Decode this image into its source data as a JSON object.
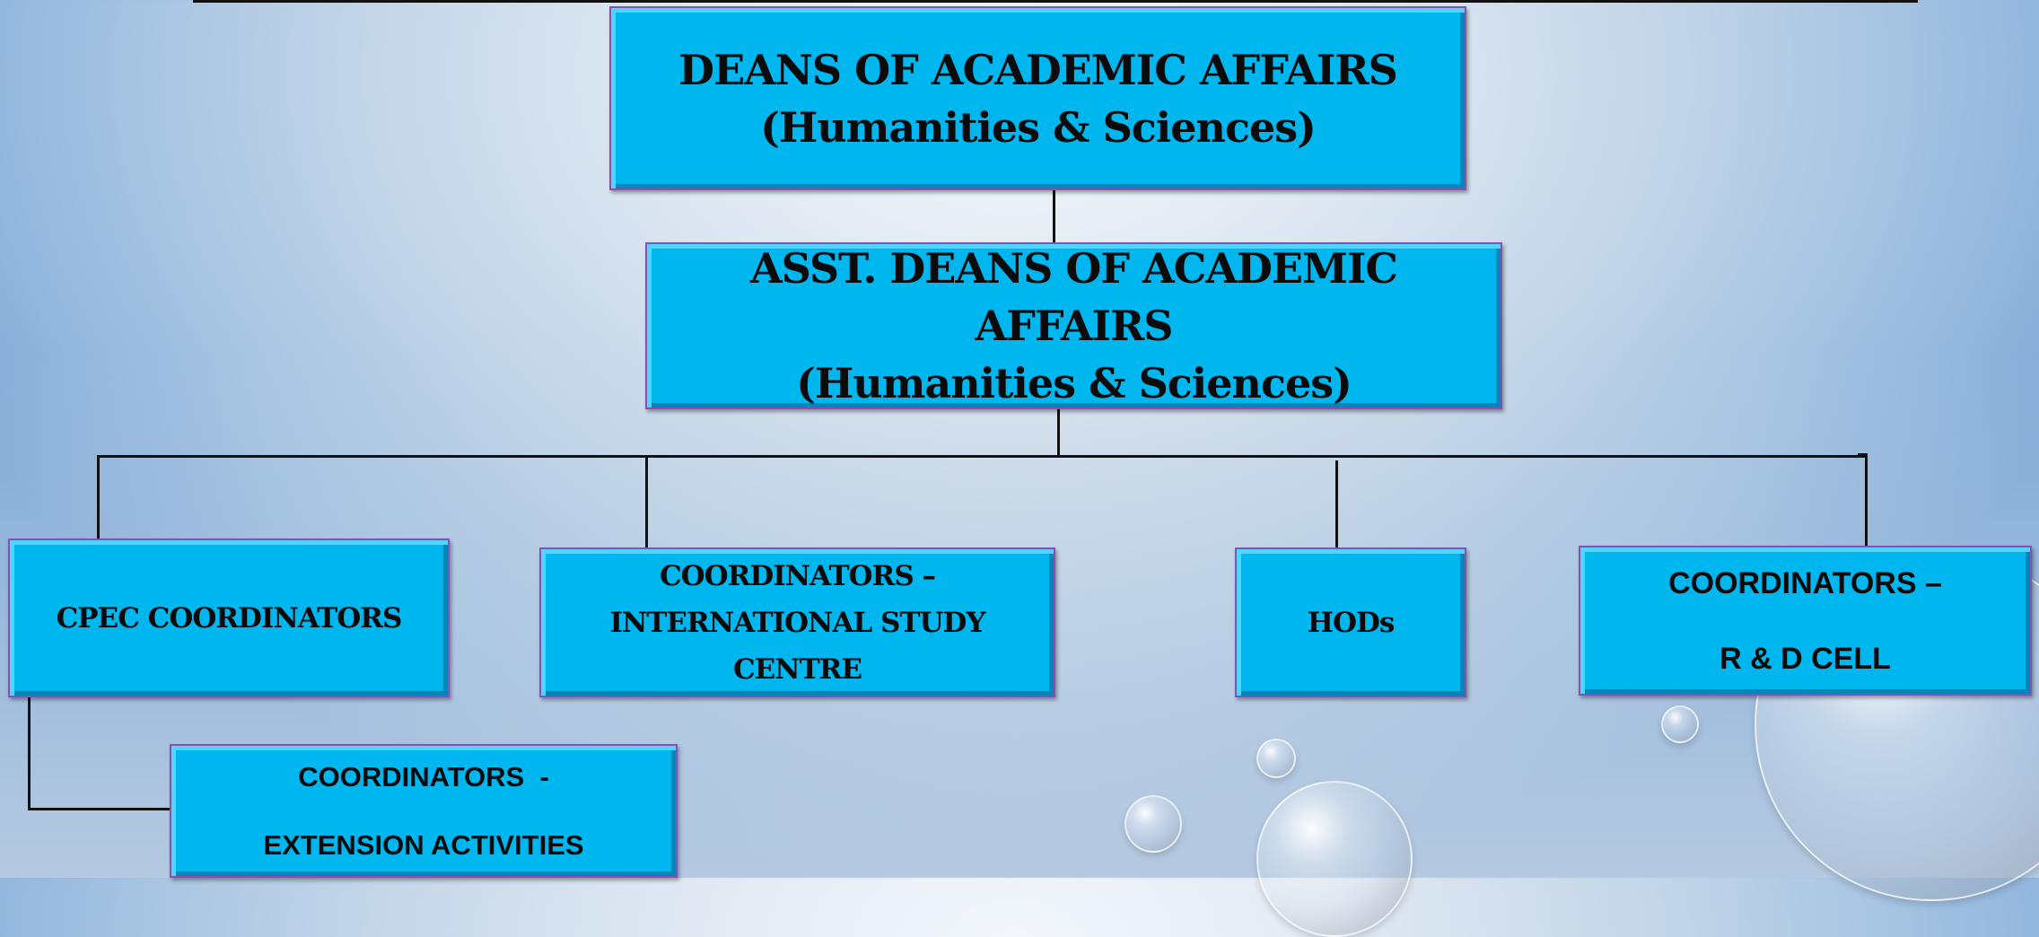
{
  "diagram": {
    "nodes": {
      "dean": {
        "line1": "DEANS OF ACADEMIC AFFAIRS",
        "line2": "(Humanities & Sciences)"
      },
      "asst_dean": {
        "line1": "ASST. DEANS OF ACADEMIC AFFAIRS",
        "line2": "(Humanities & Sciences)"
      },
      "cpec": {
        "label": "CPEC COORDINATORS"
      },
      "international": {
        "line1": "COORDINATORS –",
        "line2": "INTERNATIONAL STUDY",
        "line3": "CENTRE"
      },
      "hods": {
        "label": "HODs"
      },
      "rd_cell": {
        "line1": "COORDINATORS –",
        "line2": "R & D CELL"
      },
      "extension": {
        "line1": "COORDINATORS  -",
        "line2": "EXTENSION ACTIVITIES"
      }
    },
    "edges": [
      [
        "dean",
        "asst_dean"
      ],
      [
        "asst_dean",
        "cpec"
      ],
      [
        "asst_dean",
        "international"
      ],
      [
        "asst_dean",
        "hods"
      ],
      [
        "asst_dean",
        "rd_cell"
      ],
      [
        "cpec",
        "extension"
      ]
    ],
    "colors": {
      "box_fill": "#00b6ef",
      "box_border": "#8a4fb5",
      "text": "#0b0b0b",
      "connector": "#111111"
    }
  }
}
